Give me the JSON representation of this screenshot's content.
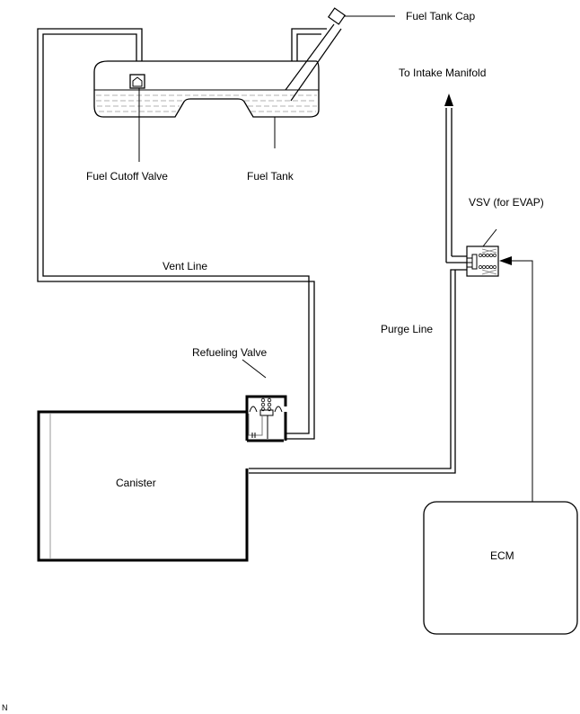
{
  "labels": {
    "fuel_tank_cap": "Fuel Tank Cap",
    "to_intake_manifold": "To Intake Manifold",
    "fuel_cutoff_valve": "Fuel Cutoff Valve",
    "fuel_tank": "Fuel Tank",
    "vsv": "VSV (for EVAP)",
    "vent_line": "Vent Line",
    "purge_line": "Purge Line",
    "refueling_valve": "Refueling Valve",
    "canister": "Canister",
    "ecm": "ECM",
    "corner_mark": "N"
  }
}
